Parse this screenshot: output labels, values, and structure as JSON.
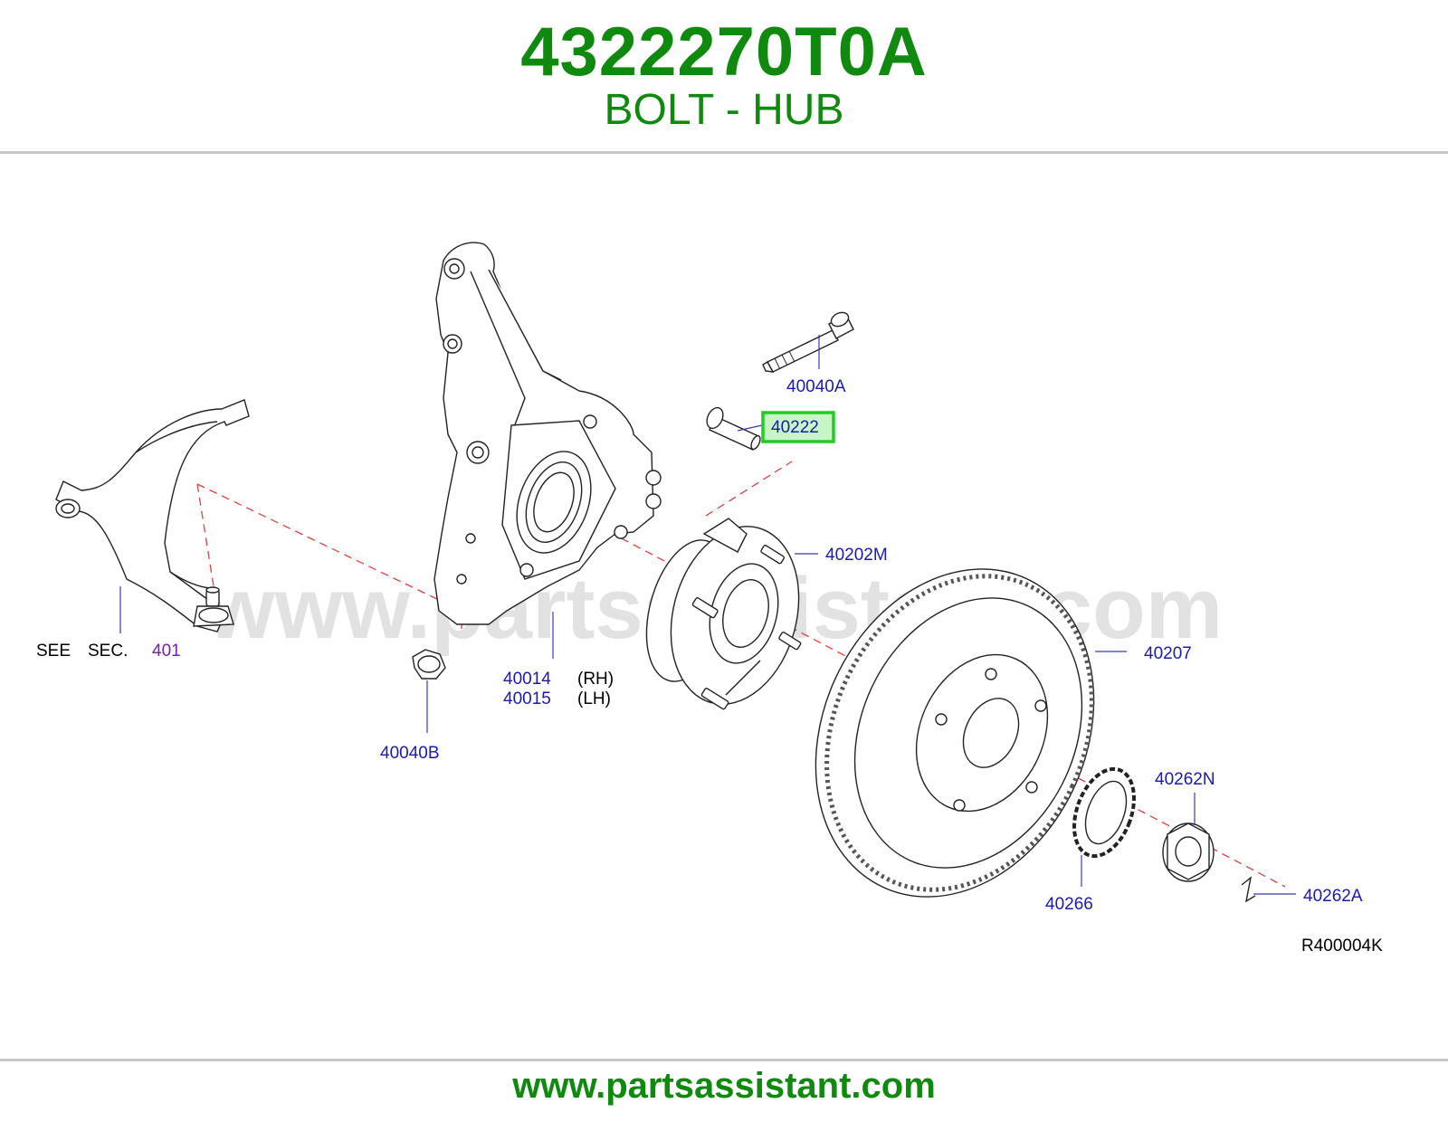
{
  "header": {
    "part_number": "4322270T0A",
    "part_name": "BOLT - HUB"
  },
  "diagram": {
    "labels": {
      "p40040A": "40040A",
      "p40222": "40222",
      "p40202M": "40202M",
      "p40207": "40207",
      "p40014": "40014",
      "rh": "(RH)",
      "p40015": "40015",
      "lh": "(LH)",
      "p40040B": "40040B",
      "see": "SEE",
      "sec": "SEC.",
      "sec_ref": "401",
      "p40262N": "40262N",
      "p40266": "40266",
      "p40262A": "40262A",
      "ref_code": "R400004K"
    },
    "highlighted_part": "40222",
    "watermark": "www.partsassistant.com"
  },
  "footer": {
    "url": "www.partsassistant.com"
  },
  "colors": {
    "brand_green": "#0f8a0f",
    "callout_blue": "#1a1ab0",
    "section_purple": "#7a1fa8",
    "highlight_border": "#22cc22",
    "highlight_fill": "#c8f5c8",
    "dash_red": "#e04040"
  }
}
